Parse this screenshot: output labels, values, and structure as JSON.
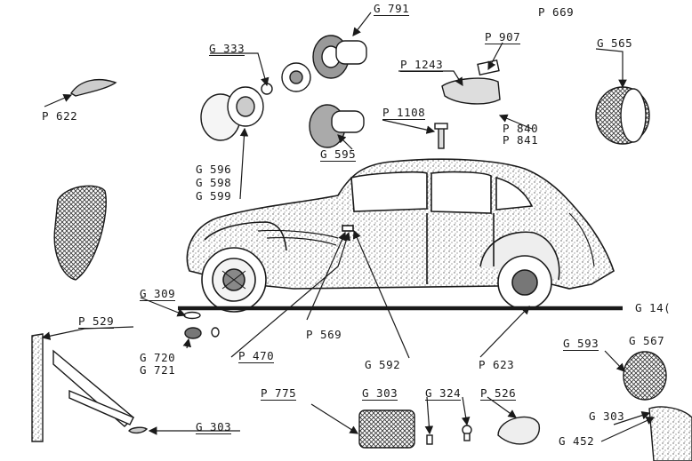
{
  "colors": {
    "ink": "#1a1a1a",
    "paper": "#ffffff",
    "speckle": "#555555"
  },
  "labels": {
    "g791": "G 791",
    "p669": "P 669",
    "g333": "G 333",
    "p907": "P 907",
    "g565": "G 565",
    "p1243": "P 1243",
    "p622": "P 622",
    "p1108": "P 1108",
    "p840": "P 840",
    "p841": "P 841",
    "g595": "G 595",
    "g596": "G 596",
    "g598": "G 598",
    "g599": "G 599",
    "g309": "G 309",
    "g14": "G 14(",
    "p529": "P 529",
    "p569": "P 569",
    "g593": "G 593",
    "g567": "G 567",
    "g720": "G 720",
    "g721": "G 721",
    "p470": "P 470",
    "g592": "G 592",
    "p623": "P 623",
    "p775": "P 775",
    "g303a": "G 303",
    "g324": "G 324",
    "p526": "P 526",
    "g303b": "G 303",
    "g303c": "G 303",
    "g452": "G 452"
  }
}
